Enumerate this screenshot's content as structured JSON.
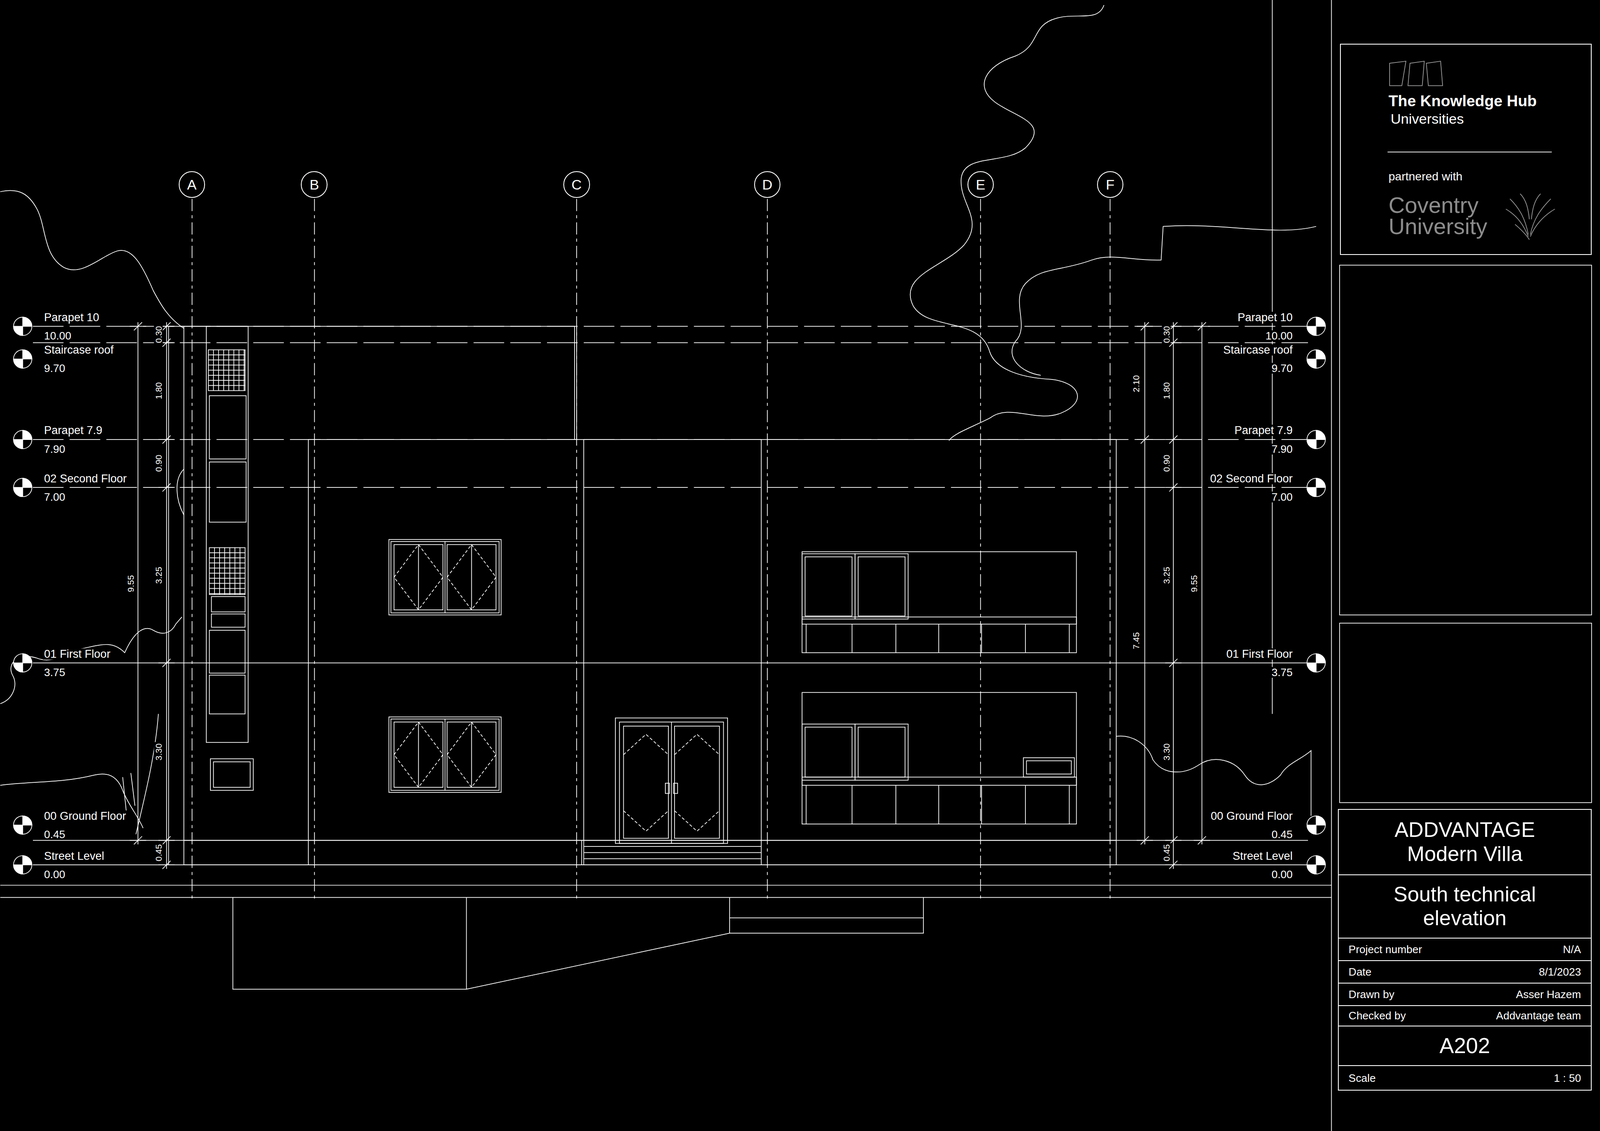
{
  "diagram": {
    "nodes": [
      {
        "text": [
          "A"
        ]
      },
      {
        "text": [
          "B"
        ]
      },
      {
        "text": [
          "C"
        ]
      },
      {
        "text": [
          "D"
        ]
      },
      {
        "text": [
          "E"
        ]
      },
      {
        "text": [
          "F"
        ]
      },
      {
        "text": [
          "The Knowledge Hub",
          "Universities",
          "partnered with",
          "Coventry University"
        ]
      },
      {
        "text": [
          "ADDVANTAGE Modern Villa"
        ]
      },
      {
        "text": [
          "South technical elevation"
        ]
      },
      {
        "text": [
          "Project number",
          "N/A"
        ]
      },
      {
        "text": [
          "Date",
          "8/1/2023"
        ]
      },
      {
        "text": [
          "Drawn by",
          "Asser Hazem"
        ]
      },
      {
        "text": [
          "Checked by",
          "Addvantage team"
        ]
      },
      {
        "text": [
          "A202"
        ]
      },
      {
        "text": [
          "Scale",
          "1 : 50"
        ]
      }
    ],
    "labels": [
      "Parapet 10",
      "10.00",
      "Staircase roof",
      "9.70",
      "Parapet 7.9",
      "7.90",
      "02 Second Floor",
      "7.00",
      "01 First Floor",
      "3.75",
      "00 Ground Floor",
      "0.45",
      "Street Level",
      "0.00",
      "Parapet 10",
      "10.00",
      "Staircase roof",
      "9.70",
      "Parapet 7.9",
      "7.90",
      "02 Second Floor",
      "7.00",
      "01 First Floor",
      "3.75",
      "00 Ground Floor",
      "0.45",
      "Street Level",
      "0.00",
      "0.30",
      "1.80",
      "0.90",
      "3.25",
      "3.30",
      "0.45",
      "9.55",
      "2.10",
      "7.45",
      "0.30",
      "1.80",
      "0.90",
      "3.25",
      "3.30",
      "0.45",
      "9.55"
    ]
  }
}
